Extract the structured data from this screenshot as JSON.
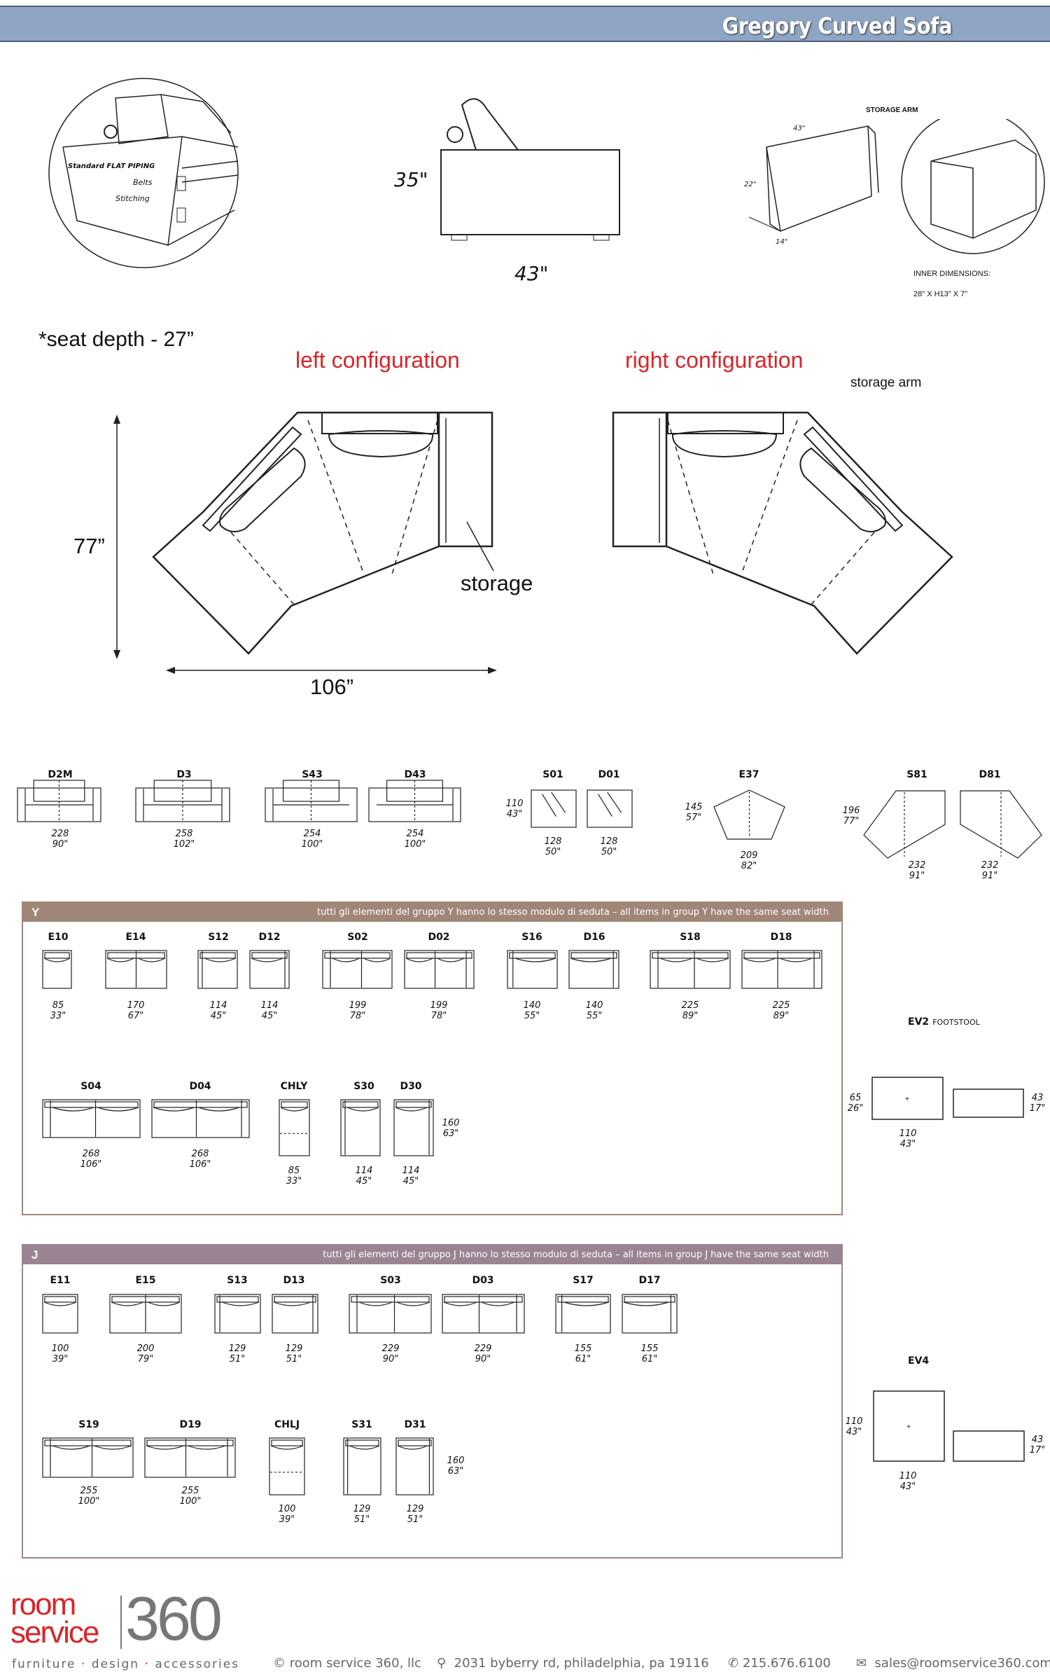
{
  "header": {
    "title": "Gregory Curved Sofa",
    "bar_color": "#8ea5c3"
  },
  "detail": {
    "piping": "Standard FLAT PIPING",
    "belts": "Belts",
    "stitching": "Stitching"
  },
  "side_view": {
    "height": "35\"",
    "depth": "43\""
  },
  "storage_arm": {
    "title": "STORAGE ARM",
    "w": "43\"",
    "h": "22\"",
    "d": "14\"",
    "inner_label": "INNER  DIMENSIONS:",
    "inner_value": "28\" X H13\" X 7\""
  },
  "seat_depth": "*seat depth - 27”",
  "configs": {
    "left": "left configuration",
    "right": "right configuration",
    "storage_arm": "storage arm",
    "storage": "storage",
    "height": "77”",
    "width": "106”",
    "accent": "#d7262b"
  },
  "row_modules": [
    {
      "code": "D2M",
      "cm": "228",
      "in": "90\""
    },
    {
      "code": "D3",
      "cm": "258",
      "in": "102\""
    },
    {
      "code": "S43",
      "cm": "254",
      "in": "100\""
    },
    {
      "code": "D43",
      "cm": "254",
      "in": "100\""
    },
    {
      "code": "S01",
      "cm": "128",
      "in": "50\""
    },
    {
      "code": "D01",
      "cm": "128",
      "in": "50\""
    },
    {
      "code": "E37",
      "cm": "209",
      "in": "82\""
    },
    {
      "code": "S81",
      "cm": "232",
      "in": "91\""
    },
    {
      "code": "D81",
      "cm": "232",
      "in": "91\""
    }
  ],
  "row_side_dims": [
    {
      "cm": "110",
      "in": "43\""
    },
    {
      "cm": "145",
      "in": "57\""
    },
    {
      "cm": "196",
      "in": "77\""
    }
  ],
  "group_y": {
    "letter": "Y",
    "color": "#a08677",
    "text": "tutti gli elementi del gruppo Y hanno lo stesso modulo di seduta  –  all items in group Y have the same seat width",
    "modules": [
      {
        "code": "E10",
        "cm": "85",
        "in": "33\""
      },
      {
        "code": "E14",
        "cm": "170",
        "in": "67\""
      },
      {
        "code": "S12",
        "cm": "114",
        "in": "45\""
      },
      {
        "code": "D12",
        "cm": "114",
        "in": "45\""
      },
      {
        "code": "S02",
        "cm": "199",
        "in": "78\""
      },
      {
        "code": "D02",
        "cm": "199",
        "in": "78\""
      },
      {
        "code": "S16",
        "cm": "140",
        "in": "55\""
      },
      {
        "code": "D16",
        "cm": "140",
        "in": "55\""
      },
      {
        "code": "S18",
        "cm": "225",
        "in": "89\""
      },
      {
        "code": "D18",
        "cm": "225",
        "in": "89\""
      },
      {
        "code": "S04",
        "cm": "268",
        "in": "106\""
      },
      {
        "code": "D04",
        "cm": "268",
        "in": "106\""
      },
      {
        "code": "CHLY",
        "cm": "85",
        "in": "33\""
      },
      {
        "code": "S30",
        "cm": "114",
        "in": "45\""
      },
      {
        "code": "D30",
        "cm": "114",
        "in": "45\""
      }
    ],
    "chaise_depth": {
      "cm": "160",
      "in": "63\""
    }
  },
  "group_j": {
    "letter": "J",
    "color": "#9a8494",
    "text": "tutti gli elementi del gruppo J hanno lo stesso modulo di seduta  –  all items in group J have the same seat width",
    "modules": [
      {
        "code": "E11",
        "cm": "100",
        "in": "39\""
      },
      {
        "code": "E15",
        "cm": "200",
        "in": "79\""
      },
      {
        "code": "S13",
        "cm": "129",
        "in": "51\""
      },
      {
        "code": "D13",
        "cm": "129",
        "in": "51\""
      },
      {
        "code": "S03",
        "cm": "229",
        "in": "90\""
      },
      {
        "code": "D03",
        "cm": "229",
        "in": "90\""
      },
      {
        "code": "S17",
        "cm": "155",
        "in": "61\""
      },
      {
        "code": "D17",
        "cm": "155",
        "in": "61\""
      },
      {
        "code": "S19",
        "cm": "255",
        "in": "100\""
      },
      {
        "code": "D19",
        "cm": "255",
        "in": "100\""
      },
      {
        "code": "CHLJ",
        "cm": "100",
        "in": "39\""
      },
      {
        "code": "S31",
        "cm": "129",
        "in": "51\""
      },
      {
        "code": "D31",
        "cm": "129",
        "in": "51\""
      }
    ],
    "chaise_depth": {
      "cm": "160",
      "in": "63\""
    }
  },
  "ev2": {
    "code": "EV2",
    "label": "FOOTSTOOL",
    "depth": {
      "cm": "65",
      "in": "26\""
    },
    "width": {
      "cm": "110",
      "in": "43\""
    },
    "height": {
      "cm": "43",
      "in": "17\""
    }
  },
  "ev4": {
    "code": "EV4",
    "depth": {
      "cm": "110",
      "in": "43\""
    },
    "width": {
      "cm": "110",
      "in": "43\""
    },
    "height": {
      "cm": "43",
      "in": "17\""
    }
  },
  "footer": {
    "logo_room": "room",
    "logo_service": "service",
    "logo_360": "360",
    "tagline": [
      "furniture",
      "design",
      "accessories"
    ],
    "copyright": "© room service 360, llc",
    "address": "2031 byberry rd, philadelphia, pa 19116",
    "phone": "215.676.6100",
    "email": "sales@roomservice360.com",
    "brand_red": "#d7262b",
    "brand_gray": "#777777"
  }
}
